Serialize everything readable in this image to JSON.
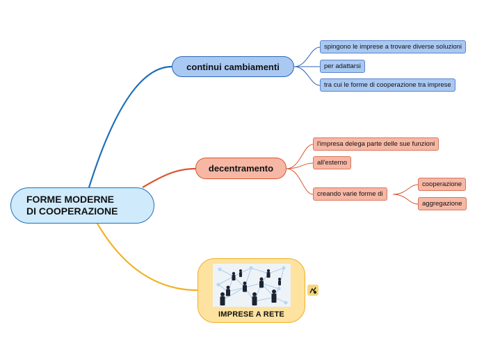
{
  "root": {
    "label": "FORME MODERNE\nDI COOPERAZIONE"
  },
  "branches": [
    {
      "label": "continui cambiamenti",
      "color": "#2b63b8",
      "children": [
        "spingono le imprese a trovare diverse soluzioni",
        "per adattarsi",
        "tra cui le forme di cooperazione tra imprese"
      ]
    },
    {
      "label": "decentramento",
      "color": "#d9552f",
      "children": [
        "l'impresa delega parte delle sue funzioni",
        "all'esterno",
        "creando varie forme di"
      ],
      "grandchildren": [
        "cooperazione",
        "aggregazione"
      ]
    },
    {
      "label": "IMPRESE A RETE",
      "color": "#f0b020",
      "image": "network-of-business-people"
    }
  ],
  "badge_icon": "link-icon"
}
